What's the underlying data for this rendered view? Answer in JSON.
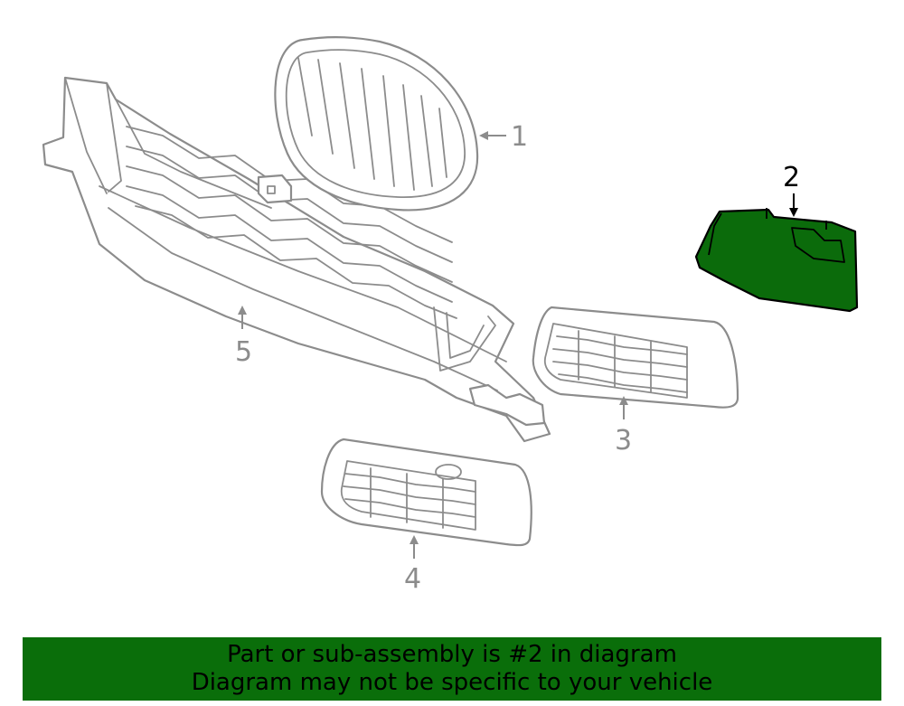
{
  "diagram": {
    "callouts": [
      {
        "id": "1",
        "label": "1"
      },
      {
        "id": "2",
        "label": "2"
      },
      {
        "id": "3",
        "label": "3"
      },
      {
        "id": "4",
        "label": "4"
      },
      {
        "id": "5",
        "label": "5"
      }
    ],
    "highlighted_part": "2",
    "colors": {
      "highlight": "#0b6b0b",
      "banner": "#0a6e0a",
      "line": "#8c8c8c"
    }
  },
  "banner": {
    "line1": "Part or sub-assembly is #2 in diagram",
    "line2": "Diagram may not be specific to your vehicle"
  }
}
